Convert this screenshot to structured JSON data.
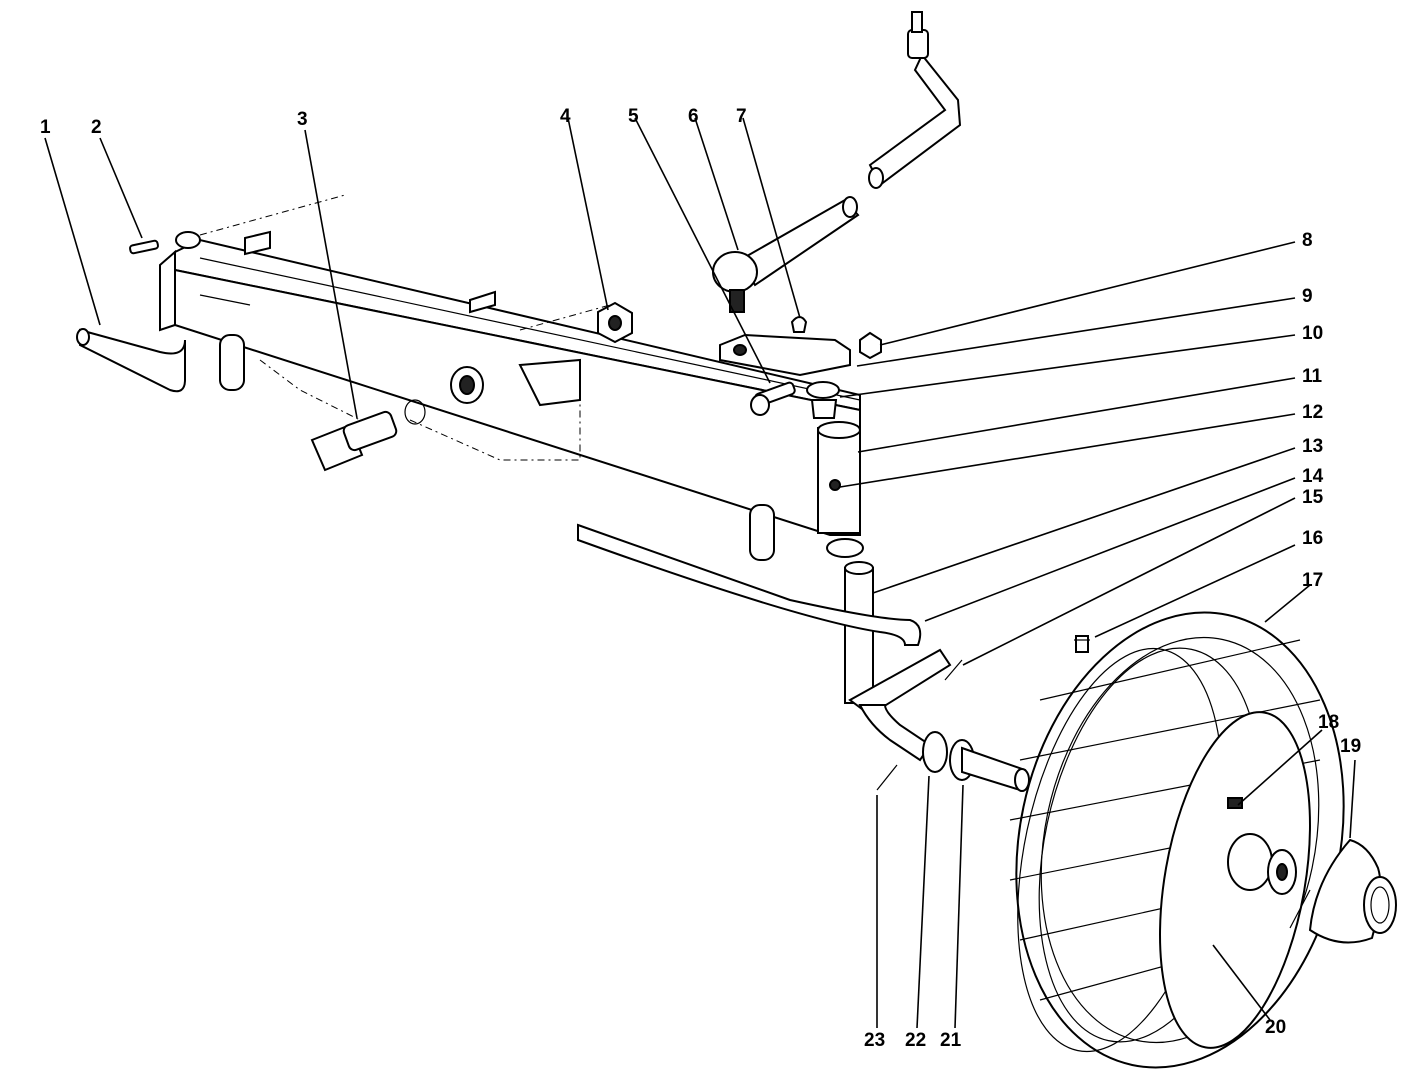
{
  "diagram": {
    "callouts": [
      {
        "id": "1",
        "label": "1"
      },
      {
        "id": "2",
        "label": "2"
      },
      {
        "id": "3",
        "label": "3"
      },
      {
        "id": "4",
        "label": "4"
      },
      {
        "id": "5",
        "label": "5"
      },
      {
        "id": "6",
        "label": "6"
      },
      {
        "id": "7",
        "label": "7"
      },
      {
        "id": "8",
        "label": "8"
      },
      {
        "id": "9",
        "label": "9"
      },
      {
        "id": "10",
        "label": "10"
      },
      {
        "id": "11",
        "label": "11"
      },
      {
        "id": "12",
        "label": "12"
      },
      {
        "id": "13",
        "label": "13"
      },
      {
        "id": "14",
        "label": "14"
      },
      {
        "id": "15",
        "label": "15"
      },
      {
        "id": "16",
        "label": "16"
      },
      {
        "id": "17",
        "label": "17"
      },
      {
        "id": "18",
        "label": "18"
      },
      {
        "id": "19",
        "label": "19"
      },
      {
        "id": "20",
        "label": "20"
      },
      {
        "id": "21",
        "label": "21"
      },
      {
        "id": "22",
        "label": "22"
      },
      {
        "id": "23",
        "label": "23"
      }
    ]
  }
}
